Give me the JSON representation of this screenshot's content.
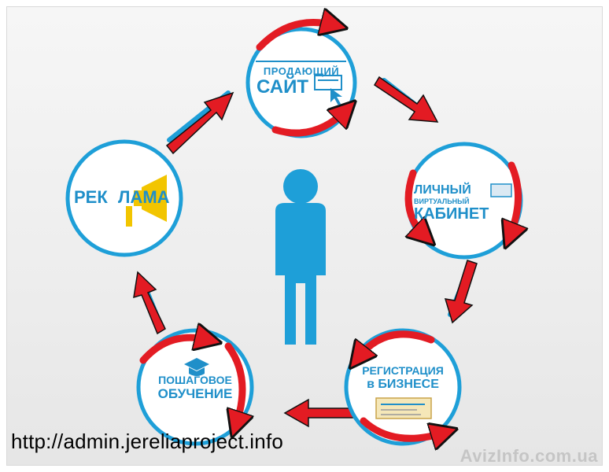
{
  "nodes": {
    "site": {
      "line1": "ПРОДАЮЩИЙ",
      "line2": "САЙТ"
    },
    "cabinet": {
      "line1": "ЛИЧНЫЙ",
      "line2": "ВИРТУАЛЬНЫЙ",
      "line3": "КАБИНЕТ"
    },
    "registration": {
      "line1": "РЕГИСТРАЦИЯ",
      "line2": "в БИЗНЕСЕ"
    },
    "training": {
      "line1": "ПОШАГОВОЕ",
      "line2": "ОБУЧЕНИЕ"
    },
    "advertising": {
      "part1": "РЕК",
      "part2": "ЛАМА"
    }
  },
  "footer": {
    "url": "http://admin.jereliaproject.info",
    "watermark": "AvizInfo.com.ua"
  },
  "colors": {
    "accent": "#1f8fc9",
    "arrow": "#e31b23",
    "circle_fill": "#ffffff",
    "megaphone": "#f2c500",
    "person": "#1e9fd8"
  },
  "icons": [
    "person-icon",
    "cursor-icon",
    "graduation-cap-icon",
    "megaphone-icon",
    "monitor-icon",
    "document-icon"
  ]
}
